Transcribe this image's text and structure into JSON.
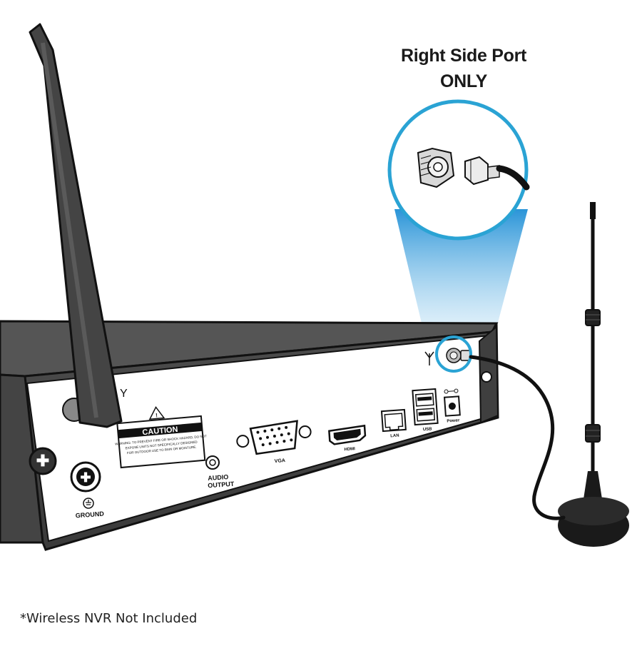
{
  "callout": {
    "line1": "Right Side Port",
    "line2": "ONLY"
  },
  "ports": {
    "caution": "CAUTION",
    "caution_warning_1": "WARNING: TO PREVENT FIRE OR SHOCK HAZARD, DO NOT",
    "caution_warning_2": "EXPOSE UNITS NOT SPECIFICALLY DESIGNED",
    "caution_warning_3": "FOR OUTDOOR USE TO RAIN OR MOISTURE.",
    "audio_1": "AUDIO",
    "audio_2": "OUTPUT",
    "vga": "VGA",
    "hdmi": "HDMI",
    "lan": "LAN",
    "usb": "USB",
    "power": "Power",
    "ground": "GROUND"
  },
  "footnote": "*Wireless NVR Not Included",
  "colors": {
    "callout_ring": "#2aa3d4",
    "beam": "#3a9fdb",
    "device_body": "#4a4a4a",
    "device_top": "#555555",
    "panel": "#ffffff"
  },
  "icons": [
    "antenna-icon",
    "ground-icon",
    "warning-triangle-icon",
    "power-polarity-icon",
    "wifi-antenna-symbol-icon"
  ]
}
